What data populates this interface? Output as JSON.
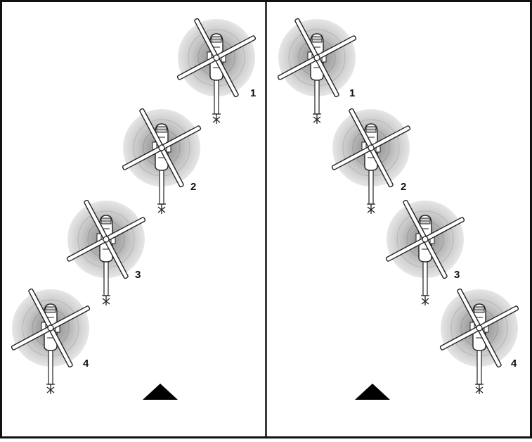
{
  "panels": [
    {
      "id": "left",
      "helicopters": [
        {
          "label": "1"
        },
        {
          "label": "2"
        },
        {
          "label": "3"
        },
        {
          "label": "4"
        }
      ]
    },
    {
      "id": "right",
      "helicopters": [
        {
          "label": "1"
        },
        {
          "label": "2"
        },
        {
          "label": "3"
        },
        {
          "label": "4"
        }
      ]
    }
  ],
  "colors": {
    "border": "#111111",
    "rotor_disc": "#9a9a9a",
    "helicopter_line": "#222222",
    "marker": "#000000"
  },
  "icons": {
    "helicopter": "helicopter-icon",
    "marker": "triangle-marker-icon"
  }
}
